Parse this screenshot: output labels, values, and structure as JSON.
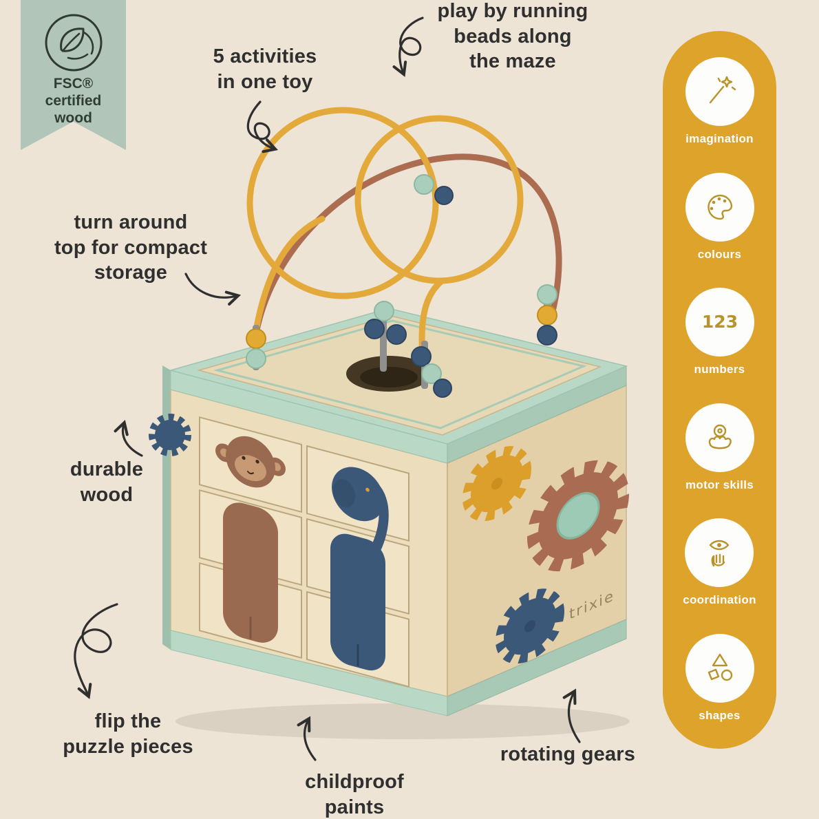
{
  "badge": {
    "fsc": "FSC®",
    "certified": "certified",
    "wood": "wood"
  },
  "annotations": {
    "activities": "5 activities\nin one toy",
    "beads": "play by running\nbeads along\nthe maze",
    "turn_around": "turn around\ntop for compact\nstorage",
    "durable": "durable\nwood",
    "flip": "flip the\npuzzle pieces",
    "childproof": "childproof\npaints",
    "rotating": "rotating gears"
  },
  "features": {
    "items": [
      {
        "icon": "wand-icon",
        "label": "imagination"
      },
      {
        "icon": "palette-icon",
        "label": "colours"
      },
      {
        "icon": "numbers-icon",
        "label": "numbers",
        "glyph": "123"
      },
      {
        "icon": "motor-skills-icon",
        "label": "motor skills"
      },
      {
        "icon": "coordination-icon",
        "label": "coordination"
      },
      {
        "icon": "shapes-icon",
        "label": "shapes"
      }
    ]
  },
  "product": {
    "brand": "trixie"
  },
  "colors": {
    "background": "#ede4d6",
    "accent": "#dda32b",
    "badge_green": "#b2c5b9",
    "mint": "#b9d8c6",
    "wood": "#ecddbc",
    "navy": "#3c5878",
    "rust": "#a96b52",
    "mustard": "#dd9f2b",
    "ink": "#2f2f2f"
  }
}
